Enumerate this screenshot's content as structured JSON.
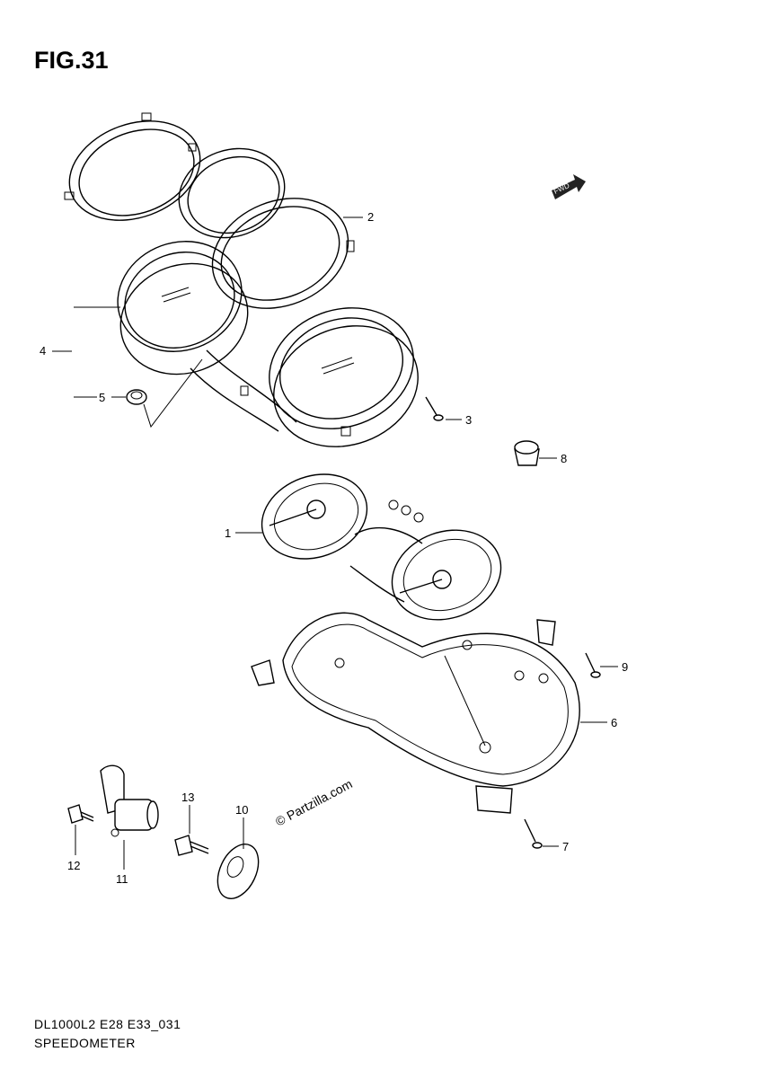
{
  "figure_title": "FIG.31",
  "fwd_label": "FWD",
  "watermark": "© Partzilla.com",
  "callouts": [
    {
      "id": "1",
      "label": "1"
    },
    {
      "id": "2",
      "label": "2"
    },
    {
      "id": "3",
      "label": "3"
    },
    {
      "id": "4",
      "label": "4"
    },
    {
      "id": "5",
      "label": "5"
    },
    {
      "id": "6",
      "label": "6"
    },
    {
      "id": "7",
      "label": "7"
    },
    {
      "id": "8",
      "label": "8"
    },
    {
      "id": "9",
      "label": "9"
    },
    {
      "id": "10",
      "label": "10"
    },
    {
      "id": "11",
      "label": "11"
    },
    {
      "id": "12",
      "label": "12"
    },
    {
      "id": "13",
      "label": "13"
    }
  ],
  "footer": {
    "code": "DL1000L2 E28 E33_031",
    "name": "SPEEDOMETER"
  }
}
